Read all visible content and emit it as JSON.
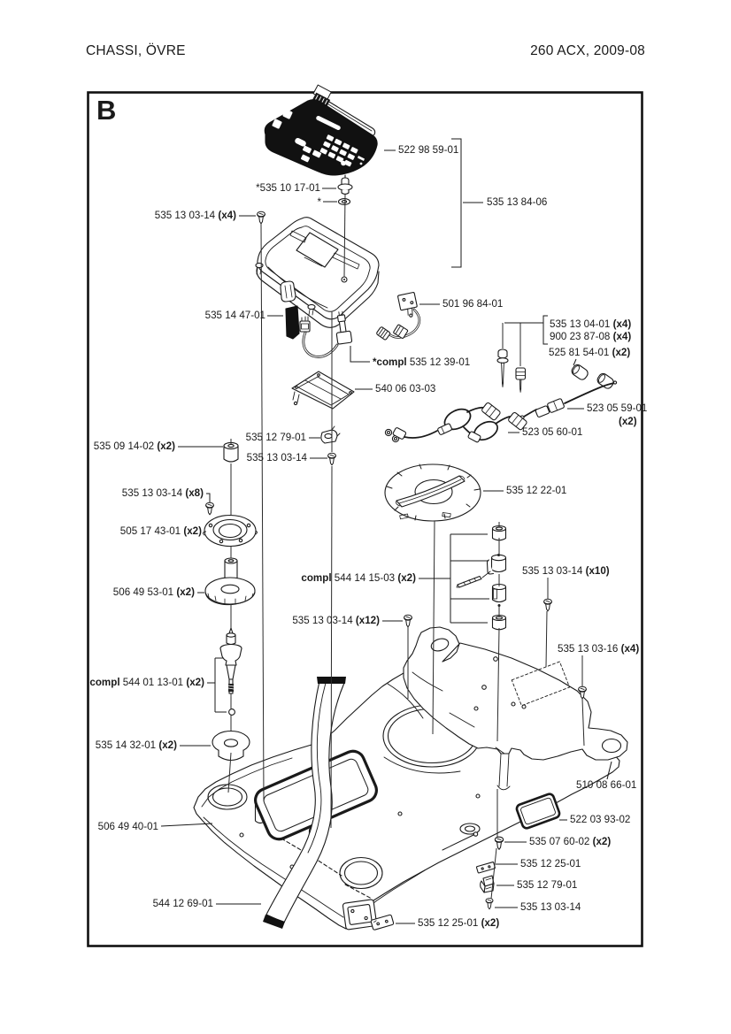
{
  "page": {
    "header_left": "CHASSI, ÖVRE",
    "header_right": "260 ACX, 2009-08",
    "section_letter": "B",
    "document_type": "exploded parts diagram"
  },
  "callouts": [
    {
      "prefix": "",
      "code": "522 98 59-01",
      "qty": ""
    },
    {
      "prefix": "",
      "code": "*535 10 17-01",
      "qty": ""
    },
    {
      "prefix": "",
      "code": "*",
      "qty": ""
    },
    {
      "prefix": "",
      "code": "535 13 84-06",
      "qty": ""
    },
    {
      "prefix": "",
      "code": "535 13 03-14",
      "qty": "(x4)"
    },
    {
      "prefix": "",
      "code": "535 14 47-01",
      "qty": ""
    },
    {
      "prefix": "",
      "code": "501 96 84-01",
      "qty": ""
    },
    {
      "prefix": "*compl",
      "code": "535 12 39-01",
      "qty": ""
    },
    {
      "prefix": "",
      "code": "540 06 03-03",
      "qty": ""
    },
    {
      "prefix": "",
      "code": "535 13 04-01",
      "qty": "(x4)"
    },
    {
      "prefix": "",
      "code": "900 23 87-08",
      "qty": "(x4)"
    },
    {
      "prefix": "",
      "code": "525 81 54-01",
      "qty": "(x2)"
    },
    {
      "prefix": "",
      "code": "523 05 59-01",
      "qty": ""
    },
    {
      "prefix": "",
      "code": "",
      "qty": "(x2)"
    },
    {
      "prefix": "",
      "code": "523 05 60-01",
      "qty": ""
    },
    {
      "prefix": "",
      "code": "535 12 79-01",
      "qty": ""
    },
    {
      "prefix": "",
      "code": "535 13 03-14",
      "qty": ""
    },
    {
      "prefix": "",
      "code": "535 09 14-02",
      "qty": "(x2)"
    },
    {
      "prefix": "",
      "code": "535 12 22-01",
      "qty": ""
    },
    {
      "prefix": "",
      "code": "535 13 03-14",
      "qty": "(x8)"
    },
    {
      "prefix": "",
      "code": "505 17 43-01",
      "qty": "(x2)"
    },
    {
      "prefix": "",
      "code": "506 49 53-01",
      "qty": "(x2)"
    },
    {
      "prefix": "compl",
      "code": "544 14 15-03",
      "qty": "(x2)"
    },
    {
      "prefix": "",
      "code": "535 13 03-14",
      "qty": "(x10)"
    },
    {
      "prefix": "",
      "code": "535 13 03-14",
      "qty": "(x12)"
    },
    {
      "prefix": "",
      "code": "535 13 03-16",
      "qty": "(x4)"
    },
    {
      "prefix": "compl",
      "code": "544 01 13-01",
      "qty": "(x2)"
    },
    {
      "prefix": "",
      "code": "535 14 32-01",
      "qty": "(x2)"
    },
    {
      "prefix": "",
      "code": "510 08 66-01",
      "qty": ""
    },
    {
      "prefix": "",
      "code": "506 49 40-01",
      "qty": ""
    },
    {
      "prefix": "",
      "code": "522 03 93-02",
      "qty": ""
    },
    {
      "prefix": "",
      "code": "535 07 60-02",
      "qty": "(x2)"
    },
    {
      "prefix": "",
      "code": "535 12 25-01",
      "qty": ""
    },
    {
      "prefix": "",
      "code": "535 12 79-01",
      "qty": ""
    },
    {
      "prefix": "",
      "code": "535 13 03-14",
      "qty": ""
    },
    {
      "prefix": "",
      "code": "544 12 69-01",
      "qty": ""
    },
    {
      "prefix": "",
      "code": "535 12 25-01",
      "qty": "(x2)"
    }
  ]
}
